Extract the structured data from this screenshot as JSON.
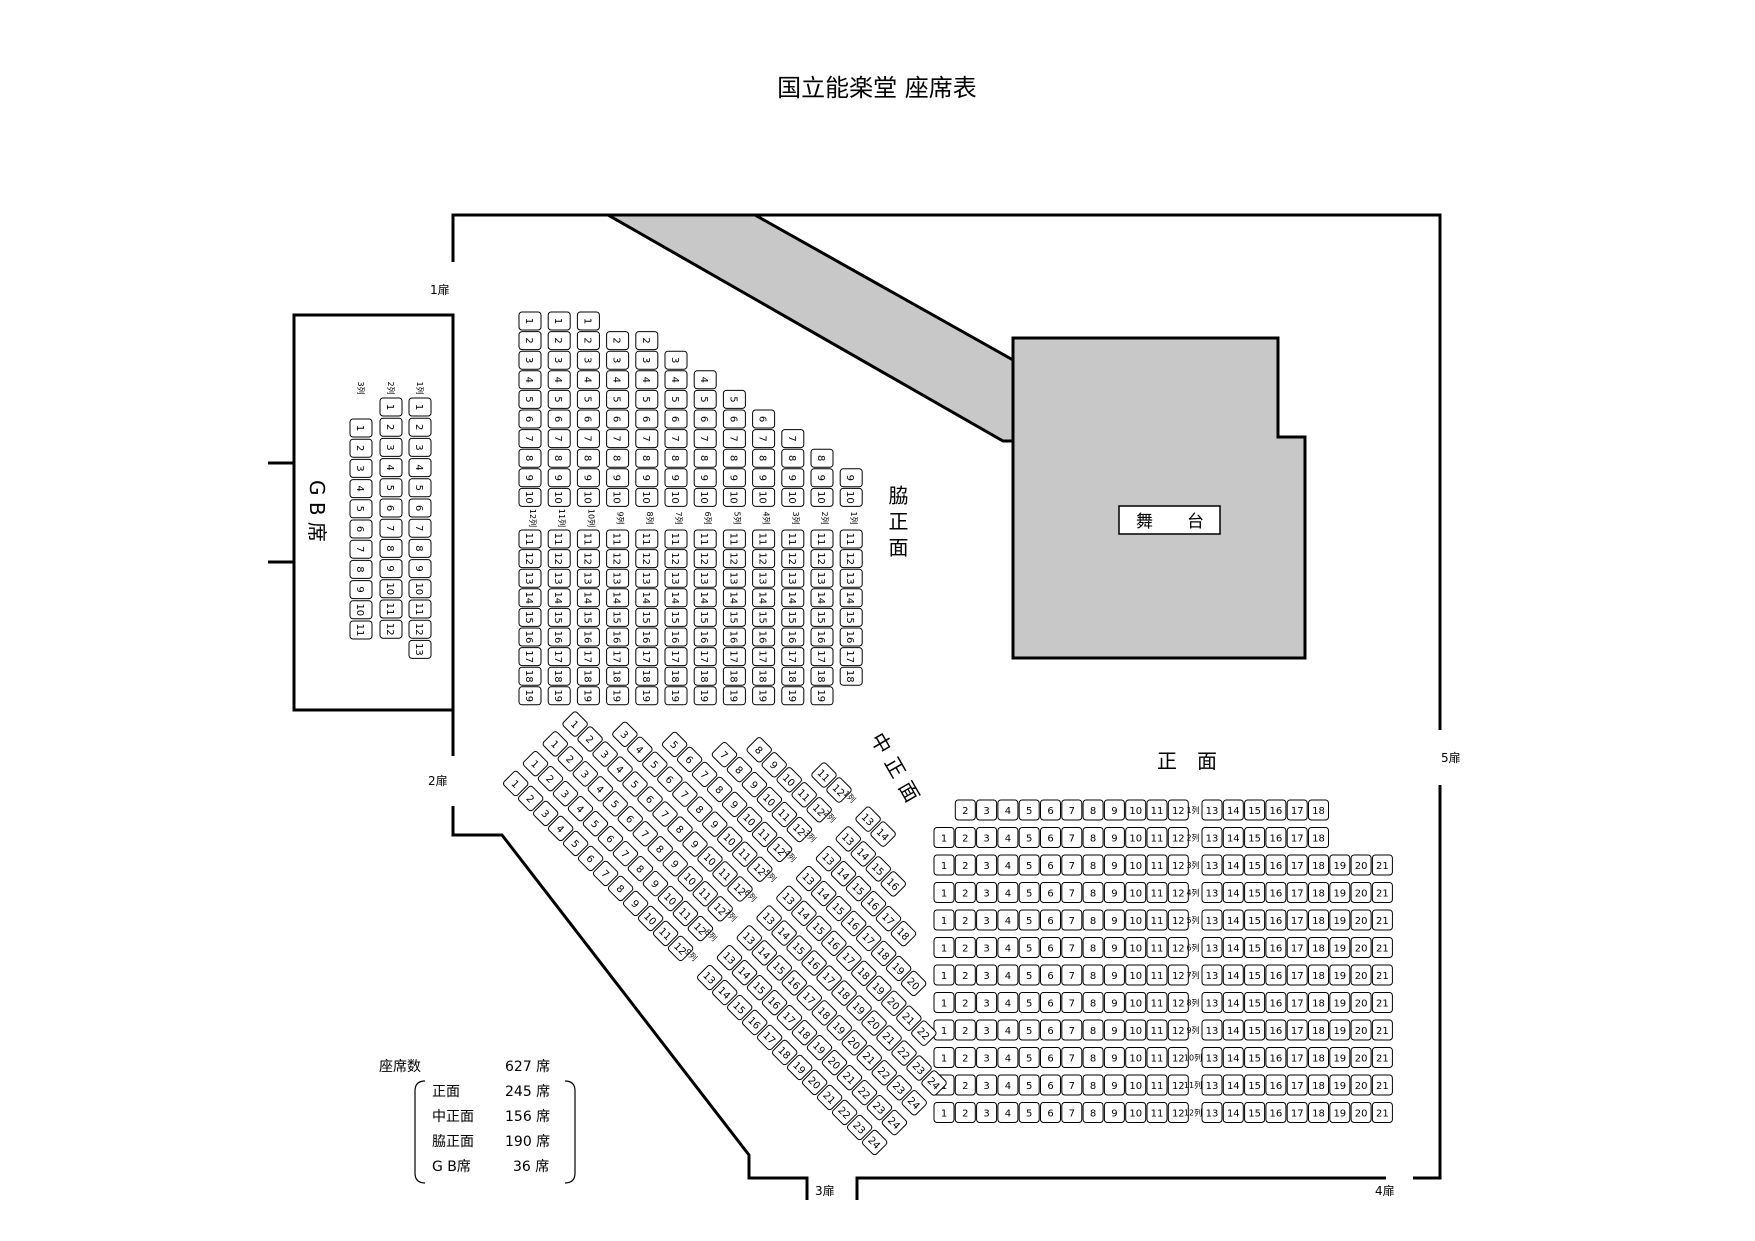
{
  "title": "国立能楽堂 座席表",
  "stage_label": "舞　　台",
  "areas": {
    "waki": "脇正面",
    "naka": "中正面",
    "sho": "正　面",
    "gb": "G B 席"
  },
  "doors": [
    "1扉",
    "2扉",
    "3扉",
    "4扉",
    "5扉"
  ],
  "row_label_suffix": "列",
  "summary": {
    "total_label": "座席数",
    "total": "627 席",
    "items": [
      {
        "label": "正面",
        "count": "245 席"
      },
      {
        "label": "中正面",
        "count": "156 席"
      },
      {
        "label": "脇正面",
        "count": "190 席"
      },
      {
        "label": "G B席",
        "count": "36 席"
      }
    ]
  },
  "seating": {
    "sho": [
      {
        "row": "1列",
        "seats": [
          2,
          3,
          4,
          5,
          6,
          7,
          8,
          9,
          10,
          11,
          12,
          13,
          14,
          15,
          16,
          17,
          18
        ]
      },
      {
        "row": "2列",
        "seats": [
          1,
          2,
          3,
          4,
          5,
          6,
          7,
          8,
          9,
          10,
          11,
          12,
          13,
          14,
          15,
          16,
          17,
          18
        ]
      },
      {
        "row": "3列",
        "seats": [
          1,
          2,
          3,
          4,
          5,
          6,
          7,
          8,
          9,
          10,
          11,
          12,
          13,
          14,
          15,
          16,
          17,
          18,
          19,
          20,
          21
        ]
      },
      {
        "row": "4列",
        "seats": [
          1,
          2,
          3,
          4,
          5,
          6,
          7,
          8,
          9,
          10,
          11,
          12,
          13,
          14,
          15,
          16,
          17,
          18,
          19,
          20,
          21
        ]
      },
      {
        "row": "5列",
        "seats": [
          1,
          2,
          3,
          4,
          5,
          6,
          7,
          8,
          9,
          10,
          11,
          12,
          13,
          14,
          15,
          16,
          17,
          18,
          19,
          20,
          21
        ]
      },
      {
        "row": "6列",
        "seats": [
          1,
          2,
          3,
          4,
          5,
          6,
          7,
          8,
          9,
          10,
          11,
          12,
          13,
          14,
          15,
          16,
          17,
          18,
          19,
          20,
          21
        ]
      },
      {
        "row": "7列",
        "seats": [
          1,
          2,
          3,
          4,
          5,
          6,
          7,
          8,
          9,
          10,
          11,
          12,
          13,
          14,
          15,
          16,
          17,
          18,
          19,
          20,
          21
        ]
      },
      {
        "row": "8列",
        "seats": [
          1,
          2,
          3,
          4,
          5,
          6,
          7,
          8,
          9,
          10,
          11,
          12,
          13,
          14,
          15,
          16,
          17,
          18,
          19,
          20,
          21
        ]
      },
      {
        "row": "9列",
        "seats": [
          1,
          2,
          3,
          4,
          5,
          6,
          7,
          8,
          9,
          10,
          11,
          12,
          13,
          14,
          15,
          16,
          17,
          18,
          19,
          20,
          21
        ]
      },
      {
        "row": "10列",
        "seats": [
          1,
          2,
          3,
          4,
          5,
          6,
          7,
          8,
          9,
          10,
          11,
          12,
          13,
          14,
          15,
          16,
          17,
          18,
          19,
          20,
          21
        ]
      },
      {
        "row": "11列",
        "seats": [
          1,
          2,
          3,
          4,
          5,
          6,
          7,
          8,
          9,
          10,
          11,
          12,
          13,
          14,
          15,
          16,
          17,
          18,
          19,
          20,
          21
        ]
      },
      {
        "row": "12列",
        "seats": [
          1,
          2,
          3,
          4,
          5,
          6,
          7,
          8,
          9,
          10,
          11,
          12,
          13,
          14,
          15,
          16,
          17,
          18,
          19,
          20,
          21
        ]
      }
    ],
    "waki": [
      {
        "row": "12列",
        "front": [
          1,
          2,
          3,
          4,
          5,
          6,
          7,
          8,
          9,
          10
        ],
        "back": [
          11,
          12,
          13,
          14,
          15,
          16,
          17,
          18,
          19
        ]
      },
      {
        "row": "11列",
        "front": [
          1,
          2,
          3,
          4,
          5,
          6,
          7,
          8,
          9,
          10
        ],
        "back": [
          11,
          12,
          13,
          14,
          15,
          16,
          17,
          18,
          19
        ]
      },
      {
        "row": "10列",
        "front": [
          1,
          2,
          3,
          4,
          5,
          6,
          7,
          8,
          9,
          10
        ],
        "back": [
          11,
          12,
          13,
          14,
          15,
          16,
          17,
          18,
          19
        ]
      },
      {
        "row": "9列",
        "front": [
          2,
          3,
          4,
          5,
          6,
          7,
          8,
          9,
          10
        ],
        "back": [
          11,
          12,
          13,
          14,
          15,
          16,
          17,
          18,
          19
        ]
      },
      {
        "row": "8列",
        "front": [
          2,
          3,
          4,
          5,
          6,
          7,
          8,
          9,
          10
        ],
        "back": [
          11,
          12,
          13,
          14,
          15,
          16,
          17,
          18,
          19
        ]
      },
      {
        "row": "7列",
        "front": [
          3,
          4,
          5,
          6,
          7,
          8,
          9,
          10
        ],
        "back": [
          11,
          12,
          13,
          14,
          15,
          16,
          17,
          18,
          19
        ]
      },
      {
        "row": "6列",
        "front": [
          4,
          5,
          6,
          7,
          8,
          9,
          10
        ],
        "back": [
          11,
          12,
          13,
          14,
          15,
          16,
          17,
          18,
          19
        ]
      },
      {
        "row": "5列",
        "front": [
          5,
          6,
          7,
          8,
          9,
          10
        ],
        "back": [
          11,
          12,
          13,
          14,
          15,
          16,
          17,
          18,
          19
        ]
      },
      {
        "row": "4列",
        "front": [
          6,
          7,
          8,
          9,
          10
        ],
        "back": [
          11,
          12,
          13,
          14,
          15,
          16,
          17,
          18,
          19
        ]
      },
      {
        "row": "3列",
        "front": [
          7,
          8,
          9,
          10
        ],
        "back": [
          11,
          12,
          13,
          14,
          15,
          16,
          17,
          18,
          19
        ]
      },
      {
        "row": "2列",
        "front": [
          8,
          9,
          10
        ],
        "back": [
          11,
          12,
          13,
          14,
          15,
          16,
          17,
          18,
          19
        ]
      },
      {
        "row": "1列",
        "front": [
          9,
          10
        ],
        "back": [
          11,
          12,
          13,
          14,
          15,
          16,
          17,
          18
        ]
      }
    ],
    "gb": [
      {
        "row": "3列",
        "seats": [
          1,
          2,
          3,
          4,
          5,
          6,
          7,
          8,
          9,
          10,
          11
        ]
      },
      {
        "row": "2列",
        "seats": [
          1,
          2,
          3,
          4,
          5,
          6,
          7,
          8,
          9,
          10,
          11,
          12
        ]
      },
      {
        "row": "1列",
        "seats": [
          1,
          2,
          3,
          4,
          5,
          6,
          7,
          8,
          9,
          10,
          11,
          12,
          13
        ]
      }
    ],
    "naka": [
      {
        "row": "1列",
        "front": [
          11,
          12
        ],
        "back": [
          13,
          14
        ]
      },
      {
        "row": "2列",
        "front": [
          8,
          9,
          10,
          11,
          12
        ],
        "back": [
          13,
          14,
          15,
          16
        ]
      },
      {
        "row": "3列",
        "front": [
          7,
          8,
          9,
          10,
          11,
          12
        ],
        "back": [
          13,
          14,
          15,
          16,
          17,
          18
        ]
      },
      {
        "row": "4列",
        "front": [
          5,
          6,
          7,
          8,
          9,
          10,
          11,
          12
        ],
        "back": [
          13,
          14,
          15,
          16,
          17,
          18,
          19,
          20
        ]
      },
      {
        "row": "5列",
        "front": [
          3,
          4,
          5,
          6,
          7,
          8,
          9,
          10,
          11,
          12
        ],
        "back": [
          13,
          14,
          15,
          16,
          17,
          18,
          19,
          20,
          21,
          22
        ]
      },
      {
        "row": "6列",
        "front": [
          1,
          2,
          3,
          4,
          5,
          6,
          7,
          8,
          9,
          10,
          11,
          12
        ],
        "back": [
          13,
          14,
          15,
          16,
          17,
          18,
          19,
          20,
          21,
          22,
          23,
          24
        ]
      },
      {
        "row": "7列",
        "front": [
          1,
          2,
          3,
          4,
          5,
          6,
          7,
          8,
          9,
          10,
          11,
          12
        ],
        "back": [
          13,
          14,
          15,
          16,
          17,
          18,
          19,
          20,
          21,
          22,
          23,
          24
        ]
      },
      {
        "row": "8列",
        "front": [
          1,
          2,
          3,
          4,
          5,
          6,
          7,
          8,
          9,
          10,
          11,
          12
        ],
        "back": [
          13,
          14,
          15,
          16,
          17,
          18,
          19,
          20,
          21,
          22,
          23,
          24
        ]
      },
      {
        "row": "9列",
        "front": [
          1,
          2,
          3,
          4,
          5,
          6,
          7,
          8,
          9,
          10,
          11,
          12
        ],
        "back": [
          13,
          14,
          15,
          16,
          17,
          18,
          19,
          20,
          21,
          22,
          23,
          24
        ]
      }
    ]
  }
}
